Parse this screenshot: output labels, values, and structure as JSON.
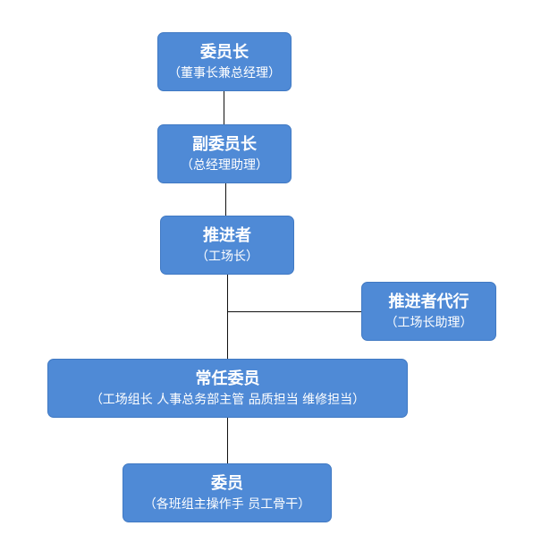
{
  "org_chart": {
    "nodes": [
      {
        "title": "委员长",
        "subtitle": "（董事长兼总经理）"
      },
      {
        "title": "副委员长",
        "subtitle": "（总经理助理）"
      },
      {
        "title": "推进者",
        "subtitle": "（工场长）"
      },
      {
        "title": "推进者代行",
        "subtitle": "（工场长助理）"
      },
      {
        "title": "常任委员",
        "subtitle": "（工场组长 人事总务部主管 品质担当 维修担当）"
      },
      {
        "title": "委员",
        "subtitle": "（各班组主操作手 员工骨干）"
      }
    ],
    "colors": {
      "node_fill": "#4f8ad6",
      "node_text": "#ffffff",
      "connector": "#111111"
    }
  }
}
